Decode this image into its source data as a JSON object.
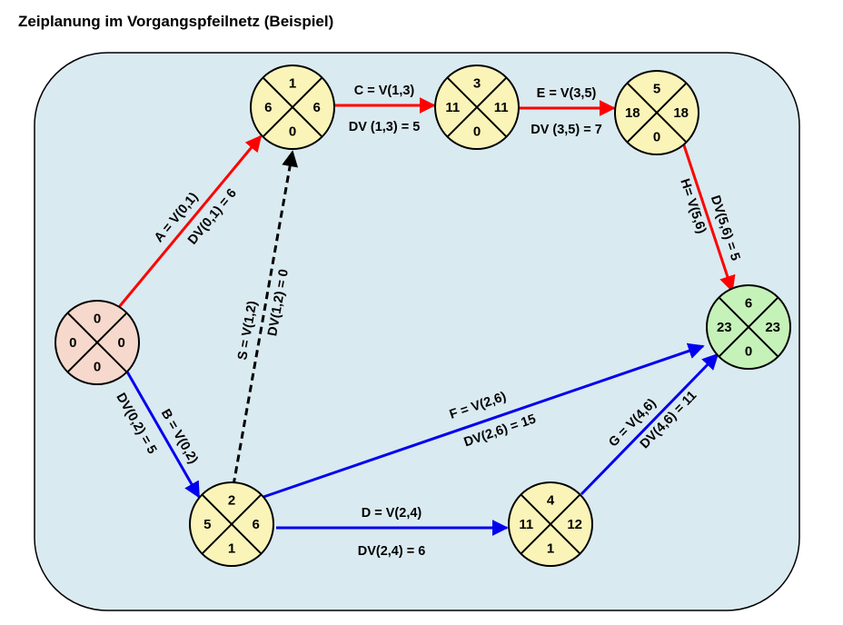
{
  "title": "Zeiplanung im Vorgangspfeilnetz (Beispiel)",
  "colors": {
    "panel_fill": "#daeaf1",
    "node_default": "#fbf4b8",
    "node_start": "#f6d9cc",
    "node_end": "#c5f2b8",
    "arrow_red": "#ff0000",
    "arrow_blue": "#0000ee",
    "arrow_black": "#000000"
  },
  "nodes": [
    {
      "id": "n0",
      "top": "0",
      "left": "0",
      "right": "0",
      "bottom": "0",
      "color": "start"
    },
    {
      "id": "n1",
      "top": "1",
      "left": "6",
      "right": "6",
      "bottom": "0",
      "color": "default"
    },
    {
      "id": "n2",
      "top": "2",
      "left": "5",
      "right": "6",
      "bottom": "1",
      "color": "default"
    },
    {
      "id": "n3",
      "top": "3",
      "left": "11",
      "right": "11",
      "bottom": "0",
      "color": "default"
    },
    {
      "id": "n4",
      "top": "4",
      "left": "11",
      "right": "12",
      "bottom": "1",
      "color": "default"
    },
    {
      "id": "n5",
      "top": "5",
      "left": "18",
      "right": "18",
      "bottom": "0",
      "color": "default"
    },
    {
      "id": "n6",
      "top": "6",
      "left": "23",
      "right": "23",
      "bottom": "0",
      "color": "end"
    }
  ],
  "edges": [
    {
      "id": "A",
      "color": "red",
      "dashed": false,
      "label1": "A = V(0,1)",
      "label2": "DV(0,1) = 6"
    },
    {
      "id": "B",
      "color": "blue",
      "dashed": false,
      "label1": "B = V(0,2)",
      "label2": "DV(0,2) = 5"
    },
    {
      "id": "S",
      "color": "black",
      "dashed": true,
      "label1": "S = V(1,2)",
      "label2": "DV(1,2) = 0"
    },
    {
      "id": "C",
      "color": "red",
      "dashed": false,
      "label1": "C = V(1,3)",
      "label2": "DV (1,3) = 5"
    },
    {
      "id": "E",
      "color": "red",
      "dashed": false,
      "label1": "E = V(3,5)",
      "label2": "DV (3,5) = 7"
    },
    {
      "id": "H",
      "color": "red",
      "dashed": false,
      "label1": "H= V(5,6)",
      "label2": "DV(5,6) = 5"
    },
    {
      "id": "F",
      "color": "blue",
      "dashed": false,
      "label1": "F = V(2,6)",
      "label2": "DV(2,6) = 15"
    },
    {
      "id": "D",
      "color": "blue",
      "dashed": false,
      "label1": "D = V(2,4)",
      "label2": "DV(2,4) = 6"
    },
    {
      "id": "G",
      "color": "blue",
      "dashed": false,
      "label1": "G = V(4,6)",
      "label2": "DV(4,6) = 11"
    }
  ]
}
